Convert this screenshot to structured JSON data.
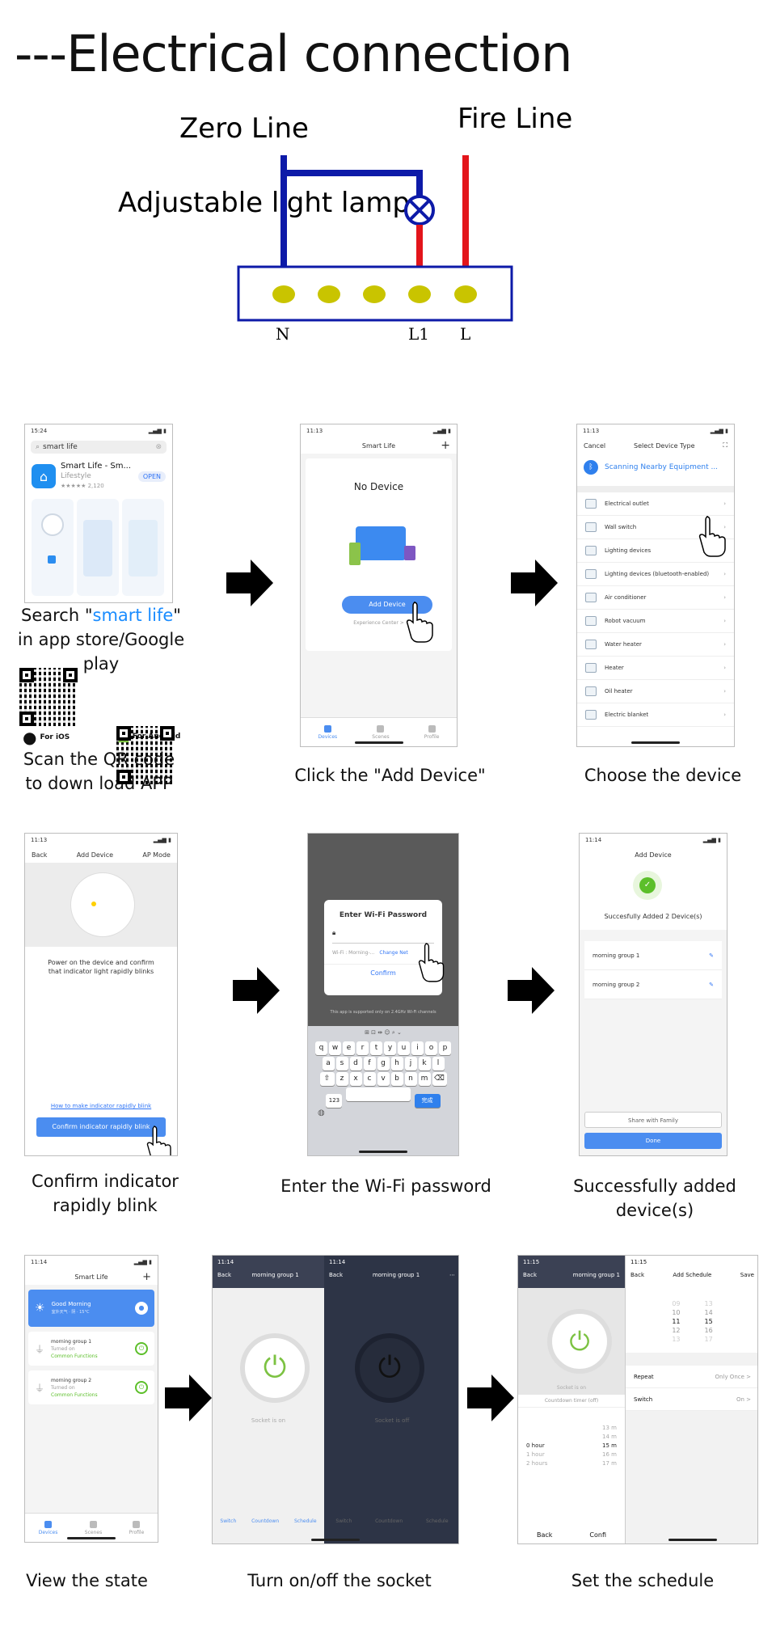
{
  "title": "---Electrical connection",
  "wiring": {
    "zero_line": "Zero Line",
    "fire_line": "Fire Line",
    "lamp": "Adjustable light lamp",
    "terminal_n": "N",
    "terminal_l1": "L1",
    "terminal_l": "L",
    "colors": {
      "neutral": "#0d1aa8",
      "live": "#e3151b",
      "terminal": "#c9c400"
    }
  },
  "step1": {
    "time": "15:24",
    "search_query": "smart life",
    "app_name": "Smart Life - Sm...",
    "app_category": "Lifestyle",
    "app_rating": "★★★★★ 2,120",
    "open_button": "OPEN",
    "caption_prefix": "Search \"",
    "caption_highlight": "smart life",
    "caption_suffix": "\"",
    "caption_line2": "in app store/Google play",
    "qr_ios_label": "For iOS",
    "qr_android_label": "For Android",
    "qr_caption_line1": "Scan the QR code",
    "qr_caption_line2": "to down load APP",
    "highlight_color": "#1a8cff"
  },
  "step2": {
    "time": "11:13",
    "header": "Smart Life",
    "add_icon": "+",
    "empty_text": "No Device",
    "add_button": "Add Device",
    "experience": "Experience Center >",
    "tabs": [
      "Devices",
      "Scenes",
      "Profile"
    ],
    "caption": "Click the \"Add Device\""
  },
  "step3": {
    "time": "11:13",
    "cancel": "Cancel",
    "header": "Select Device Type",
    "scanning": "Scanning Nearby Equipment ...",
    "items": [
      "Electrical outlet",
      "Wall switch",
      "Lighting devices",
      "Lighting devices (bluetooth-enabled)",
      "Air conditioner",
      "Robot vacuum",
      "Water heater",
      "Heater",
      "Oil heater",
      "Electric blanket"
    ],
    "caption": "Choose the device"
  },
  "step4": {
    "time": "11:13",
    "back": "Back",
    "header": "Add Device",
    "mode": "AP Mode",
    "instruction": "Power on the device and confirm that indicator light rapidly blinks",
    "help_link": "How to make indicator rapidly blink",
    "confirm_button": "Confirm indicator rapidly blink",
    "caption_line1": "Confirm indicator",
    "caption_line2": "rapidly blink"
  },
  "step5": {
    "dialog_title": "Enter Wi-Fi Password",
    "wifi_line": "Wi-Fi : Morning-...",
    "change_network": "Change Net",
    "confirm": "Confirm",
    "note": "This app is supported only on 2.4GHz Wi-Fi channels",
    "row1": [
      "q",
      "w",
      "e",
      "r",
      "t",
      "y",
      "u",
      "i",
      "o",
      "p"
    ],
    "row2": [
      "a",
      "s",
      "d",
      "f",
      "g",
      "h",
      "j",
      "k",
      "l"
    ],
    "row3": [
      "z",
      "x",
      "c",
      "v",
      "b",
      "n",
      "m"
    ],
    "done_key": "完成",
    "num_key": "123",
    "caption": "Enter the Wi-Fi password"
  },
  "step6": {
    "time": "11:14",
    "header": "Add Device",
    "success": "Succesfully Added 2 Device(s)",
    "devices": [
      "morning group 1",
      "morning group 2"
    ],
    "share": "Share with Family",
    "done": "Done",
    "caption": "Successfully added device(s)"
  },
  "step7": {
    "time": "11:14",
    "header": "Smart Life",
    "greeting": "Good Morning",
    "weather": "室外天气 · 阴 · 15°C",
    "devices": [
      {
        "name": "morning group 1",
        "status": "Turned on",
        "link": "Common Functions"
      },
      {
        "name": "morning group 2",
        "status": "Turned on",
        "link": "Common Functions"
      }
    ],
    "tabs": [
      "Devices",
      "Scenes",
      "Profile"
    ],
    "caption": "View the state"
  },
  "step8": {
    "time": "11:14",
    "back": "Back",
    "header": "morning group 1",
    "on_text": "Socket is on",
    "off_text": "Socket is off",
    "tabs": [
      "Switch",
      "Countdown",
      "Schedule"
    ],
    "caption": "Turn on/off the socket"
  },
  "step9": {
    "time_left": "11:15",
    "time_right": "11:15",
    "back": "Back",
    "left_header": "morning group 1",
    "right_header": "Add Schedule",
    "save": "Save",
    "socket_on": "Socket is on",
    "countdown_title": "Countdown timer (off)",
    "hours": [
      "0 hour",
      "1 hour",
      "2 hours"
    ],
    "minutes": [
      "13 m",
      "14 m",
      "15 m",
      "16 m",
      "17 m"
    ],
    "picker_hours": [
      "09",
      "10",
      "11",
      "12",
      "13"
    ],
    "picker_minutes": [
      "13",
      "14",
      "15",
      "16",
      "17"
    ],
    "repeat_label": "Repeat",
    "repeat_value": "Only Once >",
    "switch_label": "Switch",
    "switch_value": "On >",
    "bottom_back": "Back",
    "bottom_confirm": "Confi",
    "caption": "Set the schedule"
  }
}
